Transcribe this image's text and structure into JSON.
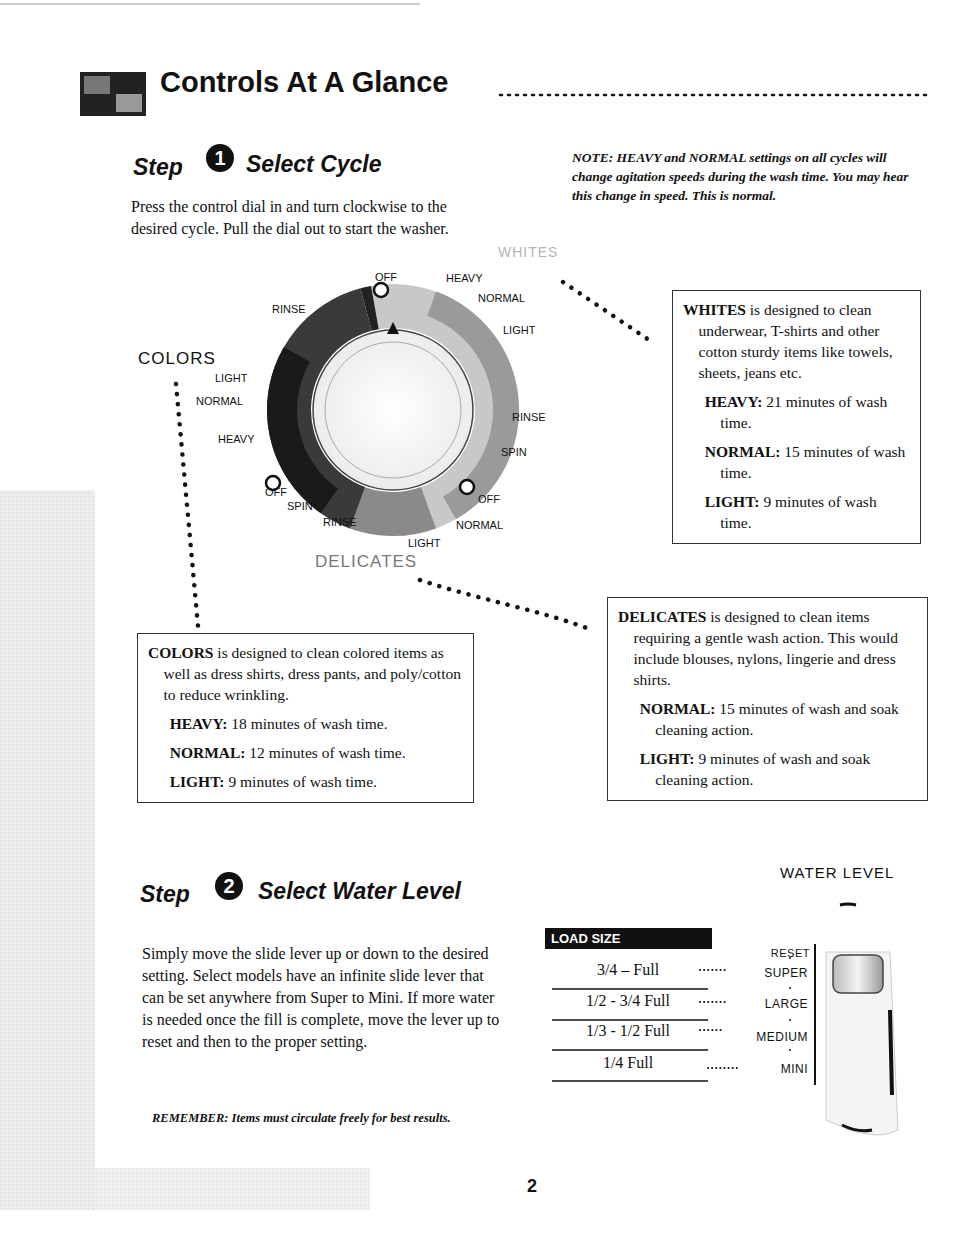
{
  "diagram": {
    "title": "Controls At A Glance",
    "nodes": [
      {
        "text": [
          "WHITES",
          "is designed to clean underwear, T-shirts and other cotton sturdy items like towels, sheets, jeans etc.",
          "HEAVY:",
          "21 minutes of wash time.",
          "NORMAL:",
          "15 minutes of wash time.",
          "LIGHT:",
          "9 minutes of wash time."
        ]
      },
      {
        "text": [
          "DELICATES",
          "is designed to clean items requiring a gentle wash action. This would include blouses, nylons, lingerie and dress shirts.",
          "NORMAL:",
          "15 minutes of wash and soak cleaning action.",
          "LIGHT:",
          "9 minutes of wash and soak cleaning action."
        ]
      },
      {
        "text": [
          "COLORS",
          "is designed to clean colored items as well as dress shirts, dress pants, and poly/cotton to reduce wrinkling.",
          "HEAVY:",
          "18 minutes of wash time.",
          "NORMAL:",
          "12 minutes of wash time.",
          "LIGHT:",
          "9 minutes of wash time."
        ]
      }
    ],
    "labels": [
      "Step",
      "1",
      "Select Cycle",
      "Press the control dial in and turn clockwise to the desired cycle. Pull the dial out to start the washer.",
      "NOTE: HEAVY and NORMAL settings on all cycles will change agitation speeds during the wash time. You may hear this change in speed. This is normal.",
      "WHITES",
      "OFF",
      "HEAVY",
      "NORMAL",
      "LIGHT",
      "RINSE",
      "SPIN",
      "OFF",
      "NORMAL",
      "LIGHT",
      "RINSE",
      "SPIN",
      "OFF",
      "HEAVY",
      "NORMAL",
      "LIGHT",
      "RINSE",
      "COLORS",
      "DELICATES",
      "Step",
      "2",
      "Select Water Level",
      "Simply move the slide lever up or down to the desired setting. Select models have an infinite slide lever that can be set anywhere from Super to Mini. If more water is needed once the fill is complete, move the lever up to reset and then to the proper setting.",
      "WATER LEVEL",
      "LOAD SIZE",
      "3/4 – Full",
      "1/2 - 3/4 Full",
      "1/3 - 1/2 Full",
      "1/4 Full",
      "RESET",
      "SUPER",
      "LARGE",
      "MEDIUM",
      "MINI",
      "REMEMBER: Items must circulate freely for best results.",
      "2"
    ]
  }
}
